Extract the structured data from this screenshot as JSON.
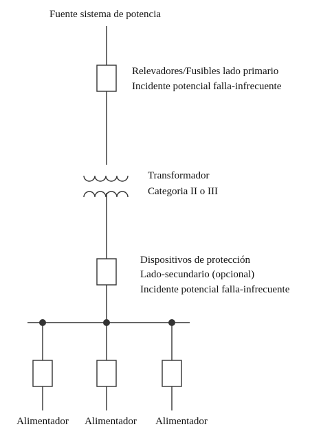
{
  "diagram": {
    "source_label": "Fuente sistema de potencia",
    "primary_device": {
      "line1": "Relevadores/Fusibles lado primario",
      "line2": "Incidente potencial falla-infrecuente"
    },
    "transformer": {
      "line1": "Transformador",
      "line2": "Categoria II o III"
    },
    "secondary_device": {
      "line1": "Dispositivos de protección",
      "line2": "Lado-secundario (opcional)",
      "line3": "Incidente potencial falla-infrecuente"
    },
    "feeders": [
      {
        "label": "Alimentador"
      },
      {
        "label": "Alimentador"
      },
      {
        "label": "Alimentador"
      }
    ]
  }
}
